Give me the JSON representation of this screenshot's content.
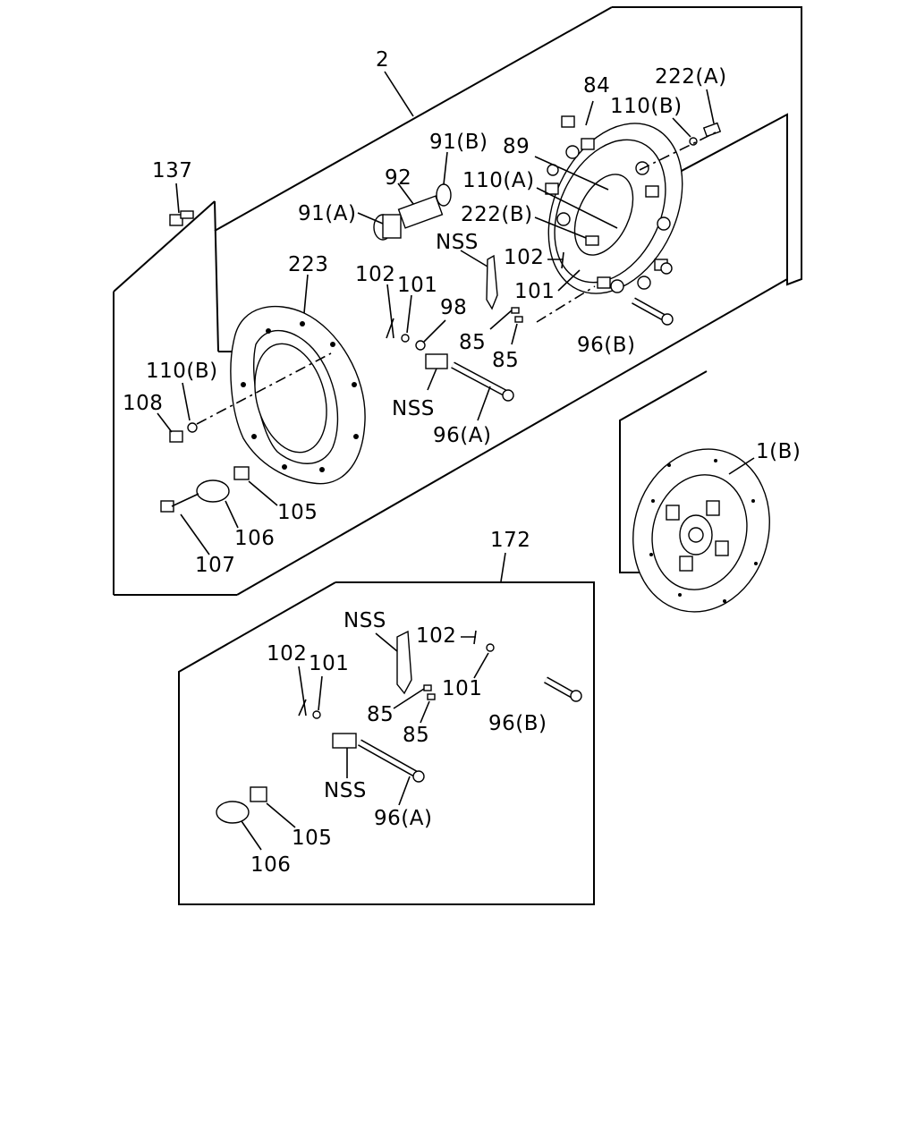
{
  "labels": {
    "l_2": "2",
    "l_137": "137",
    "l_92": "92",
    "l_91b": "91(B)",
    "l_91a": "91(A)",
    "l_89": "89",
    "l_84": "84",
    "l_222a": "222(A)",
    "l_110b_top": "110(B)",
    "l_110a": "110(A)",
    "l_222b": "222(B)",
    "l_nss_top": "NSS",
    "l_102_top": "102",
    "l_101_top": "101",
    "l_223": "223",
    "l_102_mid": "102",
    "l_101_mid": "101",
    "l_98": "98",
    "l_85_a": "85",
    "l_85_b": "85",
    "l_96b_top": "96(B)",
    "l_110b_left": "110(B)",
    "l_108": "108",
    "l_nss_mid": "NSS",
    "l_96a_top": "96(A)",
    "l_1b": "1(B)",
    "l_105_top": "105",
    "l_106_top": "106",
    "l_107": "107",
    "l_172": "172",
    "l_nss_kit1": "NSS",
    "l_102_kit_r": "102",
    "l_102_kit_l": "102",
    "l_101_kit_l": "101",
    "l_101_kit_r": "101",
    "l_85_kit_a": "85",
    "l_85_kit_b": "85",
    "l_96b_kit": "96(B)",
    "l_nss_kit2": "NSS",
    "l_96a_kit": "96(A)",
    "l_105_kit": "105",
    "l_106_kit": "106"
  }
}
